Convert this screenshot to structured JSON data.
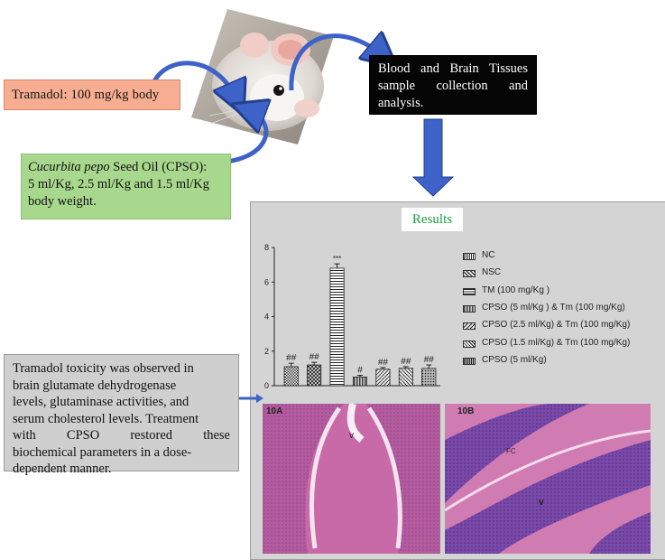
{
  "tramadol_label": "Tramadol: 100 mg/kg body",
  "cpso": {
    "name_italic": "Cucurbita pepo",
    "text_line1_rest": " Seed Oil (CPSO):",
    "text_line2": "5 ml/Kg, 2.5 ml/Kg and 1.5 ml/Kg",
    "text_line3": "body weight."
  },
  "blood_label": "Blood and Brain Tissues sample collection and analysis.",
  "results_title": "Results",
  "summary": {
    "l1": "Tramadol toxicity was observed in",
    "l2": "brain glutamate dehydrogenase",
    "l3": "levels, glutaminase activities, and",
    "l4": "serum cholesterol levels. Treatment",
    "l5": "with CPSO restored these",
    "l6": "biochemical parameters in a dose-",
    "l7": "dependent manner."
  },
  "micrographs": {
    "a_label": "10A",
    "b_label": "10B",
    "a_arrow": "v",
    "b_arrow": "v",
    "b_fc": "FC"
  },
  "chart_data": {
    "type": "bar",
    "categories": [
      "NC",
      "NSC",
      "TM (100 mg/Kg )",
      "CPSO (5 ml/Kg ) & Tm (100 mg/Kg)",
      "CPSO (2.5 ml/Kg) & Tm (100 mg/Kg)",
      "CPSO (1.5 ml/Kg) & Tm (100 mg/Kg)",
      "CPSO (5 ml/Kg)"
    ],
    "values": [
      1.1,
      1.2,
      6.8,
      0.5,
      0.95,
      1.0,
      1.0
    ],
    "errors": [
      0.2,
      0.15,
      0.25,
      0.1,
      0.1,
      0.1,
      0.2
    ],
    "annotations": [
      "##",
      "##",
      "***",
      "#",
      "##",
      "##",
      "##"
    ],
    "ylim": [
      0,
      8
    ],
    "yticks": [
      "0",
      "2",
      "4",
      "6",
      "8"
    ],
    "legend": [
      "NC",
      "NSC",
      "TM (100 mg/Kg )",
      "CPSO (5 ml/Kg ) & Tm (100 mg/Kg)",
      "CPSO (2.5 ml/Kg) & Tm (100 mg/Kg)",
      "CPSO (1.5 ml/Kg) & Tm (100 mg/Kg)",
      "CPSO (5 ml/Kg)"
    ],
    "legend_position": "right",
    "grid": false
  }
}
